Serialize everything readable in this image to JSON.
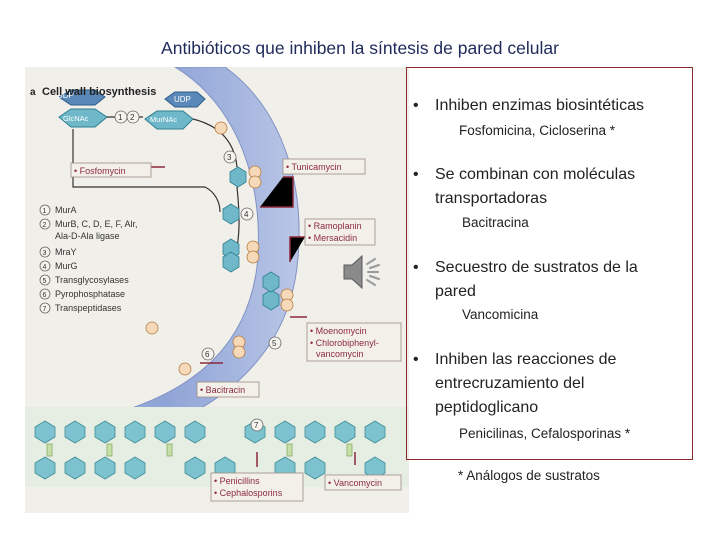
{
  "title": "Antibióticos que inhiben la síntesis de pared celular",
  "diagram": {
    "panel_title": "Cell wall biosynthesis",
    "panel_letter": "a",
    "molecules": {
      "udp": "UDP",
      "glcnac": "GlcNAc",
      "murnac": "MurNAc",
      "p": "P"
    },
    "steps": [
      "1",
      "2",
      "3",
      "4",
      "5",
      "6",
      "7"
    ],
    "enzymes": [
      {
        "num": "1",
        "name": "MurA"
      },
      {
        "num": "2",
        "name": "MurB, C, D, E, F, Alr,"
      },
      {
        "num": "",
        "name": "Ala-D-Ala ligase"
      },
      {
        "num": "3",
        "name": "MraY"
      },
      {
        "num": "4",
        "name": "MurG"
      },
      {
        "num": "5",
        "name": "Transglycosylases"
      },
      {
        "num": "6",
        "name": "Pyrophosphatase"
      },
      {
        "num": "7",
        "name": "Transpeptidases"
      }
    ],
    "drugs": {
      "fosfomycin": "• Fosfomycin",
      "tunicamycin": "• Tunicamycin",
      "ramoplanin": "• Ramoplanin",
      "mersacidin": "• Mersacidin",
      "moenomycin": "• Moenomycin",
      "chlorobiphenyl": "• Chlorobiphenyl-",
      "vancomycin_cont": "vancomycin",
      "bacitracin": "• Bacitracin",
      "penicillins": "• Penicillins",
      "cephalosporins": "• Cephalosporins",
      "vancomycin": "• Vancomycin"
    }
  },
  "items": [
    {
      "bullet": "•",
      "text": "Inhiben enzimas biosintéticas",
      "sub": "Fosfomicina, Cicloserina *"
    },
    {
      "bullet": "•",
      "line1": "Se combinan con moléculas",
      "line2": "transportadoras",
      "sub": "Bacitracina"
    },
    {
      "bullet": "•",
      "line1": "Secuestro de sustratos de la",
      "line2": "pared",
      "sub": "Vancomicina"
    },
    {
      "bullet": "•",
      "line1": "Inhiben las reacciones de",
      "line2": "entrecruzamiento del",
      "line3": "peptidoglicano",
      "sub": "Penicilinas, Cefalosporinas *"
    }
  ],
  "footnote": "* Análogos de sustratos",
  "speaker_icon": "speaker-icon"
}
